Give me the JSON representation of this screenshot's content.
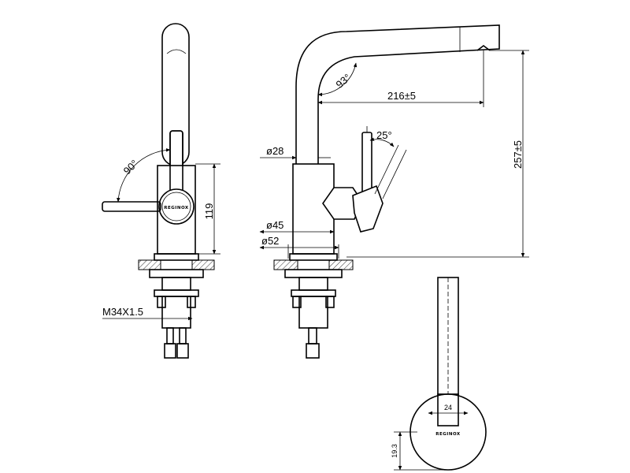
{
  "dimensions": {
    "handle_swing_angle": "90°",
    "body_height": "119",
    "thread_spec": "M34X1.5",
    "spout_swivel_angle": "93°",
    "spout_reach": "216±5",
    "total_height": "257±5",
    "spout_diameter": "ø28",
    "handle_tilt_angle": "25°",
    "body_diameter": "ø45",
    "base_diameter": "ø52",
    "handle_top_diameter": "24",
    "handle_top_offset": "19.3"
  },
  "brand": {
    "logo_text": "REGINOX"
  },
  "colors": {
    "line": "#000000",
    "background": "#ffffff"
  }
}
